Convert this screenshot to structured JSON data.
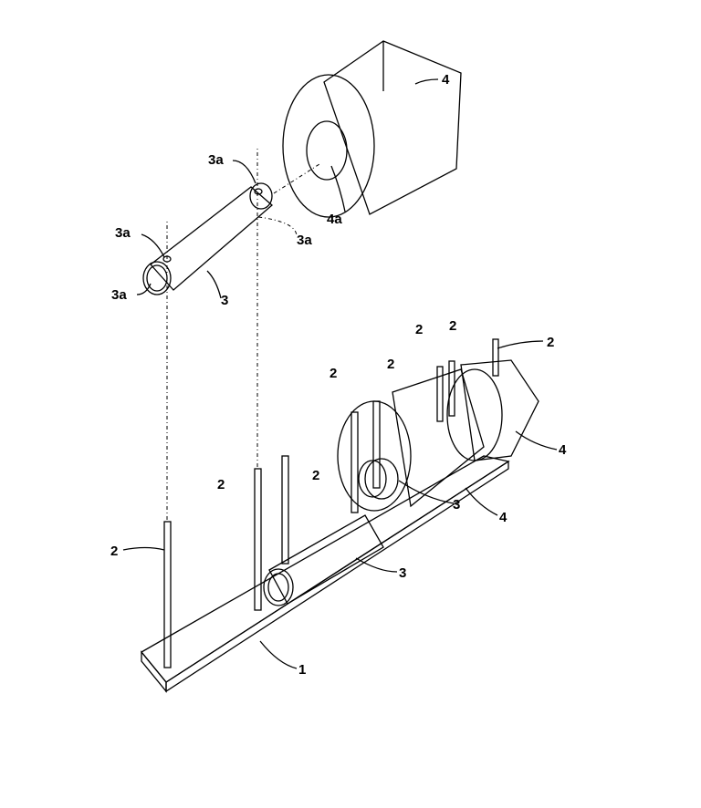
{
  "figure": {
    "labels": {
      "roll_top": "4",
      "hole_top": "3a",
      "hole_left_upper": "3a",
      "hole_hidden": "3a",
      "roll_bore": "4a",
      "hole_left_lower": "3a",
      "core_tube": "3",
      "rod_a": "2",
      "rod_b": "2",
      "rod_c": "2",
      "rod_d": "2",
      "rod_e": "2",
      "roll_right": "4",
      "rod_f": "2",
      "rod_g": "2",
      "core_in_roll": "3",
      "roll_mid": "4",
      "rod_h": "2",
      "core_on_base": "3",
      "base_plate": "1"
    }
  }
}
